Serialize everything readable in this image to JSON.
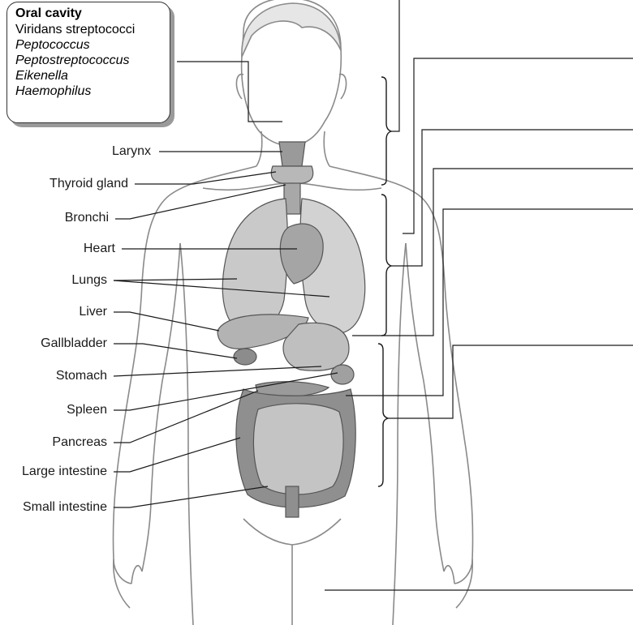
{
  "oral_cavity_box": {
    "title": "Oral cavity",
    "organisms": [
      {
        "name": "Viridans streptococci",
        "italic": false
      },
      {
        "name": "Peptococcus",
        "italic": true
      },
      {
        "name": "Peptostreptococcus",
        "italic": true
      },
      {
        "name": "Eikenella",
        "italic": true
      },
      {
        "name": "Haemophilus",
        "italic": true
      }
    ]
  },
  "organ_labels": [
    "Larynx",
    "Thyroid gland",
    "Bronchi",
    "Heart",
    "Lungs",
    "Liver",
    "Gallbladder",
    "Stomach",
    "Spleen",
    "Pancreas",
    "Large intestine",
    "Small intestine"
  ],
  "colors": {
    "line": "#1a1a1a",
    "organ_fill": "#bdbdbd",
    "organ_dark": "#8c8c8c",
    "body_outline": "#8a8a8a",
    "box_shadow": "#9a9a9a"
  }
}
